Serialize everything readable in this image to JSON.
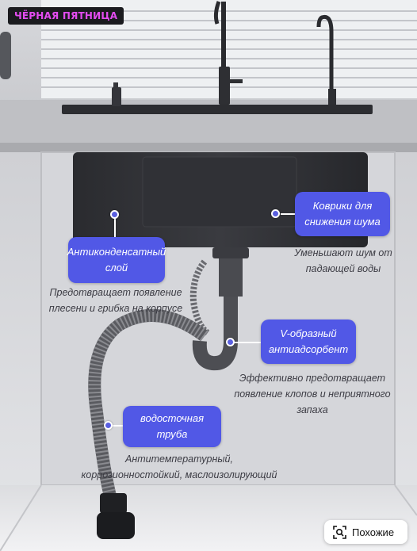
{
  "badge": {
    "text": "ЧЁРНАЯ ПЯТНИЦА"
  },
  "callouts": [
    {
      "id": "anti-condensate",
      "title": "Антиконденсатный слой",
      "description": "Предотвращает появление\nплесени и грибка на корпусе"
    },
    {
      "id": "noise-mats",
      "title": "Коврики для снижения шума",
      "description": "Уменьшают шум от\nпадающей воды"
    },
    {
      "id": "v-trap",
      "title": "V-образный антиадсорбент",
      "description": "Эффективно предотвращает\nпоявление клопов и неприятного запаха"
    },
    {
      "id": "drain-pipe",
      "title": "водосточная труба",
      "description": "Антитемпературный,\nкоррозионностойкий, маслоизолирующий"
    }
  ],
  "similar_button": {
    "label": "Похожие",
    "icon": "visual-search-icon"
  }
}
